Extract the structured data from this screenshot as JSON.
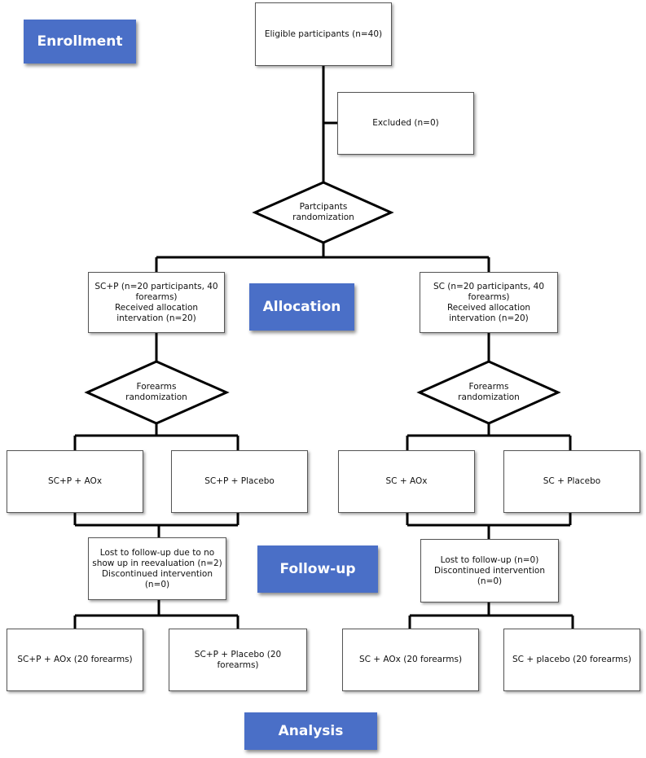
{
  "stages": {
    "enrollment": "Enrollment",
    "allocation": "Allocation",
    "followup": "Follow-up",
    "analysis": "Analysis"
  },
  "enrollment": {
    "eligible": "Eligible participants (n=40)",
    "excluded": "Excluded (n=0)"
  },
  "randomization": {
    "participants_line1": "Partcipants",
    "participants_line2": "randomization"
  },
  "left_arm": {
    "allocation_line1": "SC+P (n=20 participants, 40 forearms)",
    "allocation_line2": "Received allocation intervation (n=20)",
    "forearms_line1": "Forearms",
    "forearms_line2": "randomization",
    "group_a": "SC+P + AOx",
    "group_b": "SC+P + Placebo",
    "followup_line1": "Lost to follow-up due to no show up in reevaluation (n=2)",
    "followup_line2": "Discontinued intervention (n=0)",
    "analysis_a": "SC+P + AOx (20 forearms)",
    "analysis_b": "SC+P + Placebo (20 forearms)"
  },
  "right_arm": {
    "allocation_line1": "SC (n=20 participants, 40 forearms)",
    "allocation_line2": "Received allocation intervation (n=20)",
    "forearms_line1": "Forearms",
    "forearms_line2": "randomization",
    "group_a": "SC + AOx",
    "group_b": "SC + Placebo",
    "followup_line1": "Lost to follow-up (n=0)",
    "followup_line2": "Discontinued intervention (n=0)",
    "analysis_a": "SC + AOx (20 forearms)",
    "analysis_b": "SC + placebo (20 forearms)"
  },
  "colors": {
    "stage_label_bg": "#4a6fc7",
    "line": "#000000"
  }
}
